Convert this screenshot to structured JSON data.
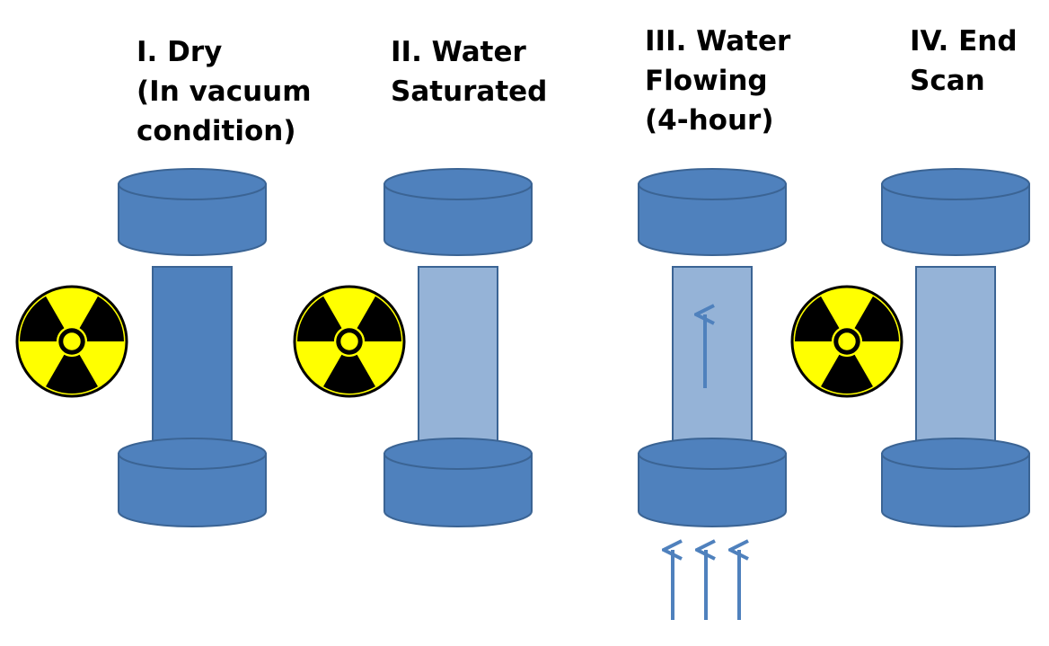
{
  "colors": {
    "cylinder_fill": "#4f81bd",
    "cylinder_stroke": "#3b6494",
    "dry_core_fill": "#4f81bd",
    "wet_core_fill": "#95b3d7",
    "arrow": "#4f81bd",
    "trefoil_yellow": "#ffff00",
    "trefoil_black": "#000000"
  },
  "stages": [
    {
      "lines": [
        "I. Dry",
        "(In vacuum",
        "condition)"
      ],
      "core": "dry",
      "radiation_icon": true,
      "flow_arrows": false
    },
    {
      "lines": [
        "II. Water",
        "Saturated"
      ],
      "core": "wet",
      "radiation_icon": true,
      "flow_arrows": false
    },
    {
      "lines": [
        "III. Water",
        "Flowing",
        "(4-hour)"
      ],
      "core": "wet",
      "radiation_icon": false,
      "flow_arrows": true
    },
    {
      "lines": [
        "IV. End",
        "Scan"
      ],
      "core": "wet",
      "radiation_icon": true,
      "flow_arrows": false
    }
  ]
}
